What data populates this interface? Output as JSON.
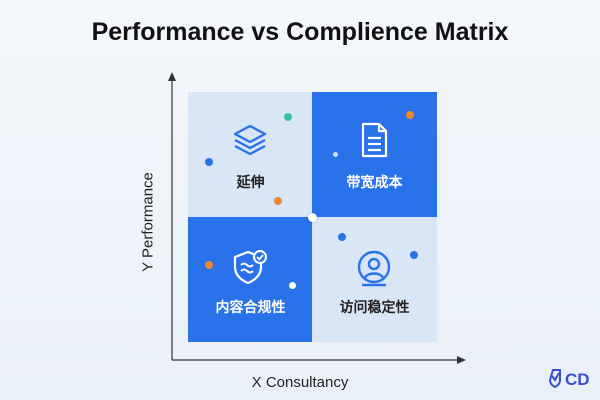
{
  "title": "Performance vs Complience Matrix",
  "y_axis_label": "Y Performance",
  "x_axis_label": "X Consultancy",
  "quadrants": [
    {
      "position": "top-left",
      "label": "延伸",
      "icon": "layers-icon"
    },
    {
      "position": "top-right",
      "label": "带宽成本",
      "icon": "document-icon"
    },
    {
      "position": "bottom-left",
      "label": "内容合规性",
      "icon": "shield-check-icon"
    },
    {
      "position": "bottom-right",
      "label": "访问稳定性",
      "icon": "user-circle-icon"
    }
  ],
  "colors": {
    "quadrant_blue": "#2a72ea",
    "quadrant_light": "#d9e6f8",
    "dot_orange": "#f0862e",
    "dot_blue": "#2a72ea",
    "dot_teal": "#2ec5a8",
    "dot_white": "#ffffff"
  },
  "logo_text": "CD"
}
